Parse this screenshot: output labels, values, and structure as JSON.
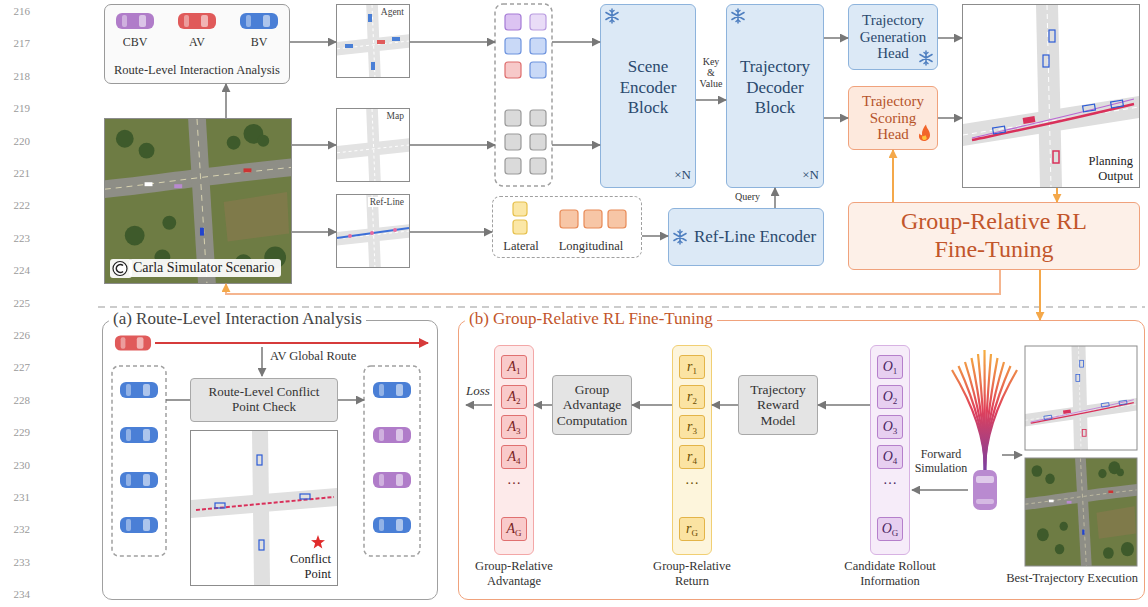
{
  "diagram": {
    "nodes": [
      {
        "text": [
          "Route-Level Interaction Analysis"
        ]
      },
      {
        "text": [
          "Carla Simulator Scenario"
        ]
      },
      {
        "text": [
          "Agent"
        ]
      },
      {
        "text": [
          "Map"
        ]
      },
      {
        "text": [
          "Ref-Line"
        ]
      },
      {
        "text": [
          "Lateral",
          "Longitudinal"
        ]
      },
      {
        "text": [
          "Scene Encoder Block",
          "×N"
        ]
      },
      {
        "text": [
          "Trajectory Decoder Block",
          "×N"
        ]
      },
      {
        "text": [
          "Ref-Line Encoder"
        ]
      },
      {
        "text": [
          "Trajectory Generation Head"
        ]
      },
      {
        "text": [
          "Trajectory Scoring Head"
        ]
      },
      {
        "text": [
          "Planning Output"
        ]
      },
      {
        "text": [
          "Group-Relative RL Fine-Tuning"
        ]
      },
      {
        "text": [
          "(a) Route-Level Interaction Analysis"
        ]
      },
      {
        "text": [
          "Route-Level Conflict Point Check"
        ],
        "in": 13
      },
      {
        "text": [
          "Conflict Point"
        ],
        "in": 13
      },
      {
        "text": [
          "(b) Group-Relative RL Fine-Tuning"
        ]
      },
      {
        "text": [
          "Group-Relative Advantage"
        ],
        "in": 16
      },
      {
        "text": [
          "A",
          "1"
        ],
        "in": 17
      },
      {
        "text": [
          "A",
          "2"
        ],
        "in": 17
      },
      {
        "text": [
          "A",
          "3"
        ],
        "in": 17
      },
      {
        "text": [
          "A",
          "4"
        ],
        "in": 17
      },
      {
        "text": [
          "A",
          "G"
        ],
        "in": 17
      },
      {
        "text": [
          "Group Advantage Computation"
        ],
        "in": 16
      },
      {
        "text": [
          "Group-Relative Return"
        ],
        "in": 16
      },
      {
        "text": [
          "r",
          "1"
        ],
        "in": 24
      },
      {
        "text": [
          "r",
          "2"
        ],
        "in": 24
      },
      {
        "text": [
          "r",
          "3"
        ],
        "in": 24
      },
      {
        "text": [
          "r",
          "4"
        ],
        "in": 24
      },
      {
        "text": [
          "r",
          "G"
        ],
        "in": 24
      },
      {
        "text": [
          "Trajectory Reward Model"
        ],
        "in": 16
      },
      {
        "text": [
          "Candidate Rollout Information"
        ],
        "in": 16
      },
      {
        "text": [
          "O",
          "1"
        ],
        "in": 31
      },
      {
        "text": [
          "O",
          "2"
        ],
        "in": 31
      },
      {
        "text": [
          "O",
          "3"
        ],
        "in": 31
      },
      {
        "text": [
          "O",
          "4"
        ],
        "in": 31
      },
      {
        "text": [
          "O",
          "G"
        ],
        "in": 31
      },
      {
        "text": [
          "Best-Trajectory Execution"
        ],
        "in": 16
      }
    ],
    "edges": [
      {
        "from": 1,
        "to": 0,
        "arrow": "to"
      },
      {
        "from": 0,
        "to": 2,
        "arrow": "to"
      },
      {
        "from": 1,
        "to": 3,
        "arrow": "to"
      },
      {
        "from": 1,
        "to": 4,
        "arrow": "to"
      },
      {
        "from": 4,
        "to": 5,
        "arrow": "to"
      },
      {
        "from": 5,
        "to": 8,
        "arrow": "to"
      },
      {
        "from": 6,
        "to": 7,
        "label": "Key & Value",
        "arrow": "to"
      },
      {
        "from": 8,
        "to": 7,
        "label": "Query",
        "arrow": "to"
      },
      {
        "from": 7,
        "to": 9,
        "arrow": "to"
      },
      {
        "from": 7,
        "to": 10,
        "arrow": "to"
      },
      {
        "from": 9,
        "to": 11,
        "arrow": "to"
      },
      {
        "from": 10,
        "to": 11,
        "arrow": "to"
      },
      {
        "from": 11,
        "to": 12,
        "arrow": "to"
      },
      {
        "from": 12,
        "to": 10,
        "arrow": "to"
      },
      {
        "from": 12,
        "to": 1,
        "arrow": "to"
      },
      {
        "from": 12,
        "to": 16,
        "arrow": "to"
      },
      {
        "from": 31,
        "to": 30,
        "arrow": "to"
      },
      {
        "from": 30,
        "to": 24,
        "arrow": "to"
      },
      {
        "from": 24,
        "to": 23,
        "arrow": "to"
      },
      {
        "from": 23,
        "to": 17,
        "arrow": "to"
      }
    ],
    "labels": [
      "216",
      "217",
      "218",
      "219",
      "220",
      "221",
      "222",
      "223",
      "224",
      "225",
      "226",
      "227",
      "228",
      "229",
      "230",
      "231",
      "232",
      "233",
      "234",
      "CBV",
      "AV",
      "BV",
      "AV Global Route",
      "Forward Simulation",
      "Loss",
      "…",
      "…",
      "…"
    ]
  }
}
